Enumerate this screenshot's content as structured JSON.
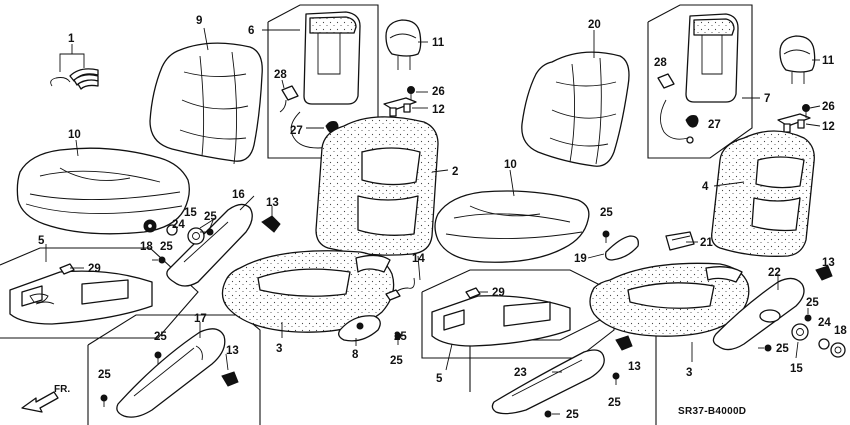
{
  "callouts": {
    "c1": "1",
    "c2": "2",
    "c3a": "3",
    "c3b": "3",
    "c4": "4",
    "c5a": "5",
    "c5b": "5",
    "c6": "6",
    "c7": "7",
    "c8": "8",
    "c9": "9",
    "c10a": "10",
    "c10b": "10",
    "c11a": "11",
    "c11b": "11",
    "c12a": "12",
    "c12b": "12",
    "c13a": "13",
    "c13b": "13",
    "c13c": "13",
    "c13d": "13",
    "c14": "14",
    "c15a": "15",
    "c15b": "15",
    "c16": "16",
    "c17": "17",
    "c18a": "18",
    "c18b": "18",
    "c19": "19",
    "c20": "20",
    "c21": "21",
    "c22": "22",
    "c23": "23",
    "c24a": "24",
    "c24b": "24",
    "c25a": "25",
    "c25b": "25",
    "c25c": "25",
    "c25d": "25",
    "c25e": "25",
    "c25f": "25",
    "c25g": "25",
    "c25h": "25",
    "c25i": "25",
    "c25j": "25",
    "c25k": "25",
    "c26a": "26",
    "c26b": "26",
    "c27a": "27",
    "c27b": "27",
    "c28a": "28",
    "c28b": "28",
    "c29a": "29",
    "c29b": "29"
  },
  "front_label": "FR.",
  "diagram_code": "SR37-B4000D"
}
